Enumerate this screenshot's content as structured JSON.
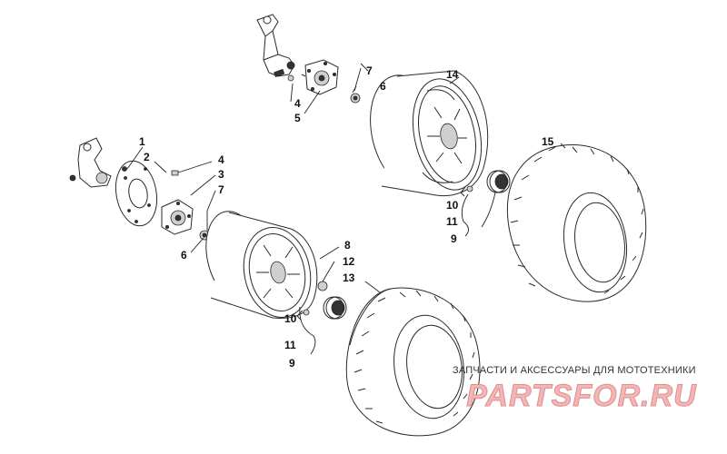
{
  "diagram": {
    "callouts": {
      "c1": "1",
      "c2": "2",
      "c3": "3",
      "c4a": "4",
      "c4b": "4",
      "c5": "5",
      "c6a": "6",
      "c6b": "6",
      "c7a": "7",
      "c7b": "7",
      "c8": "8",
      "c9a": "9",
      "c9b": "9",
      "c10a": "10",
      "c10b": "10",
      "c11a": "11",
      "c11b": "11",
      "c12": "12",
      "c13": "13",
      "c14": "14",
      "c15": "15"
    }
  },
  "watermark": {
    "caption": "ЗАПЧАСТИ И АКСЕССУАРЫ ДЛЯ МОТОТЕХНИКИ",
    "logo_text": "PARTSFOR.RU",
    "logo_color": "#f2b6b6",
    "logo_stroke": "#e08d8d"
  }
}
